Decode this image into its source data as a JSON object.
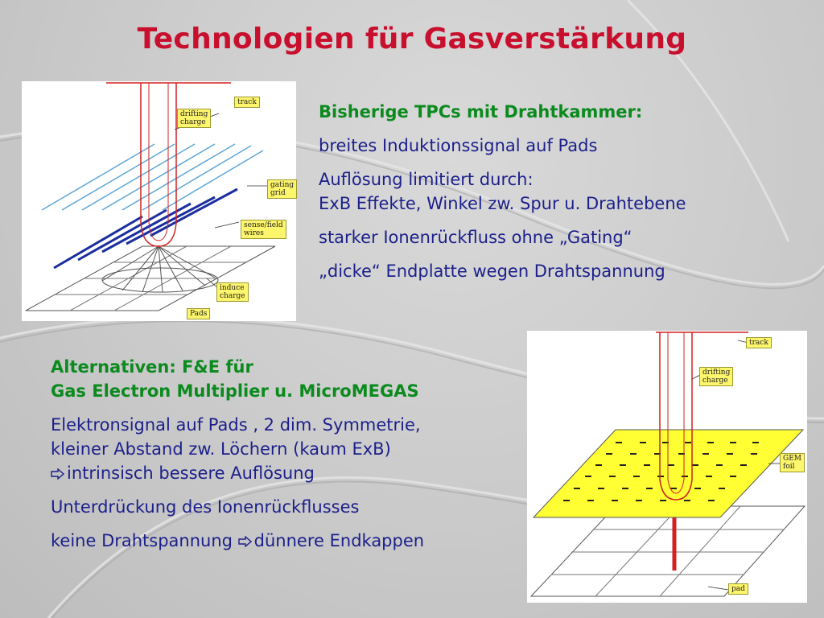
{
  "title": "Technologien für Gasverstärkung",
  "top_section": {
    "heading": "Bisherige TPCs mit Drahtkammer:",
    "lines": [
      "breites Induktionssignal auf Pads",
      "Auflösung limitiert durch:",
      "ExB Effekte,  Winkel zw. Spur u. Drahtebene",
      "starker Ionenrückfluss ohne „Gating“",
      "„dicke“ Endplatte wegen Drahtspannung"
    ]
  },
  "bottom_section": {
    "heading_line1": "Alternativen: F&E für",
    "heading_line2": "Gas Electron Multiplier u. MicroMEGAS",
    "lines": [
      "Elektronsignal auf Pads , 2 dim. Symmetrie,",
      "kleiner  Abstand zw. Löchern (kaum ExB)",
      "intrinsisch bessere Auflösung",
      "Unterdrückung des Ionenrückflusses",
      "keine Drahtspannung ",
      "dünnere Endkappen"
    ]
  },
  "diagram_wire": {
    "labels": {
      "track": "track",
      "drifting1": "drifting",
      "drifting2": "charge",
      "gating1": "gating",
      "gating2": "grid",
      "sense1": "sense/field",
      "sense2": "wires",
      "induce1": "induce",
      "induce2": "charge",
      "pads": "Pads"
    }
  },
  "diagram_gem": {
    "labels": {
      "track": "track",
      "drifting1": "drifting",
      "drifting2": "charge",
      "gem1": "GEM",
      "gem2": "foil",
      "pad": "pad"
    }
  },
  "colors": {
    "title": "#c8102e",
    "heading": "#0b8a1e",
    "body": "#1b1f8a",
    "track": "#d32020",
    "gem_foil": "#ffff33",
    "wire_blue": "#1a2ea0"
  }
}
